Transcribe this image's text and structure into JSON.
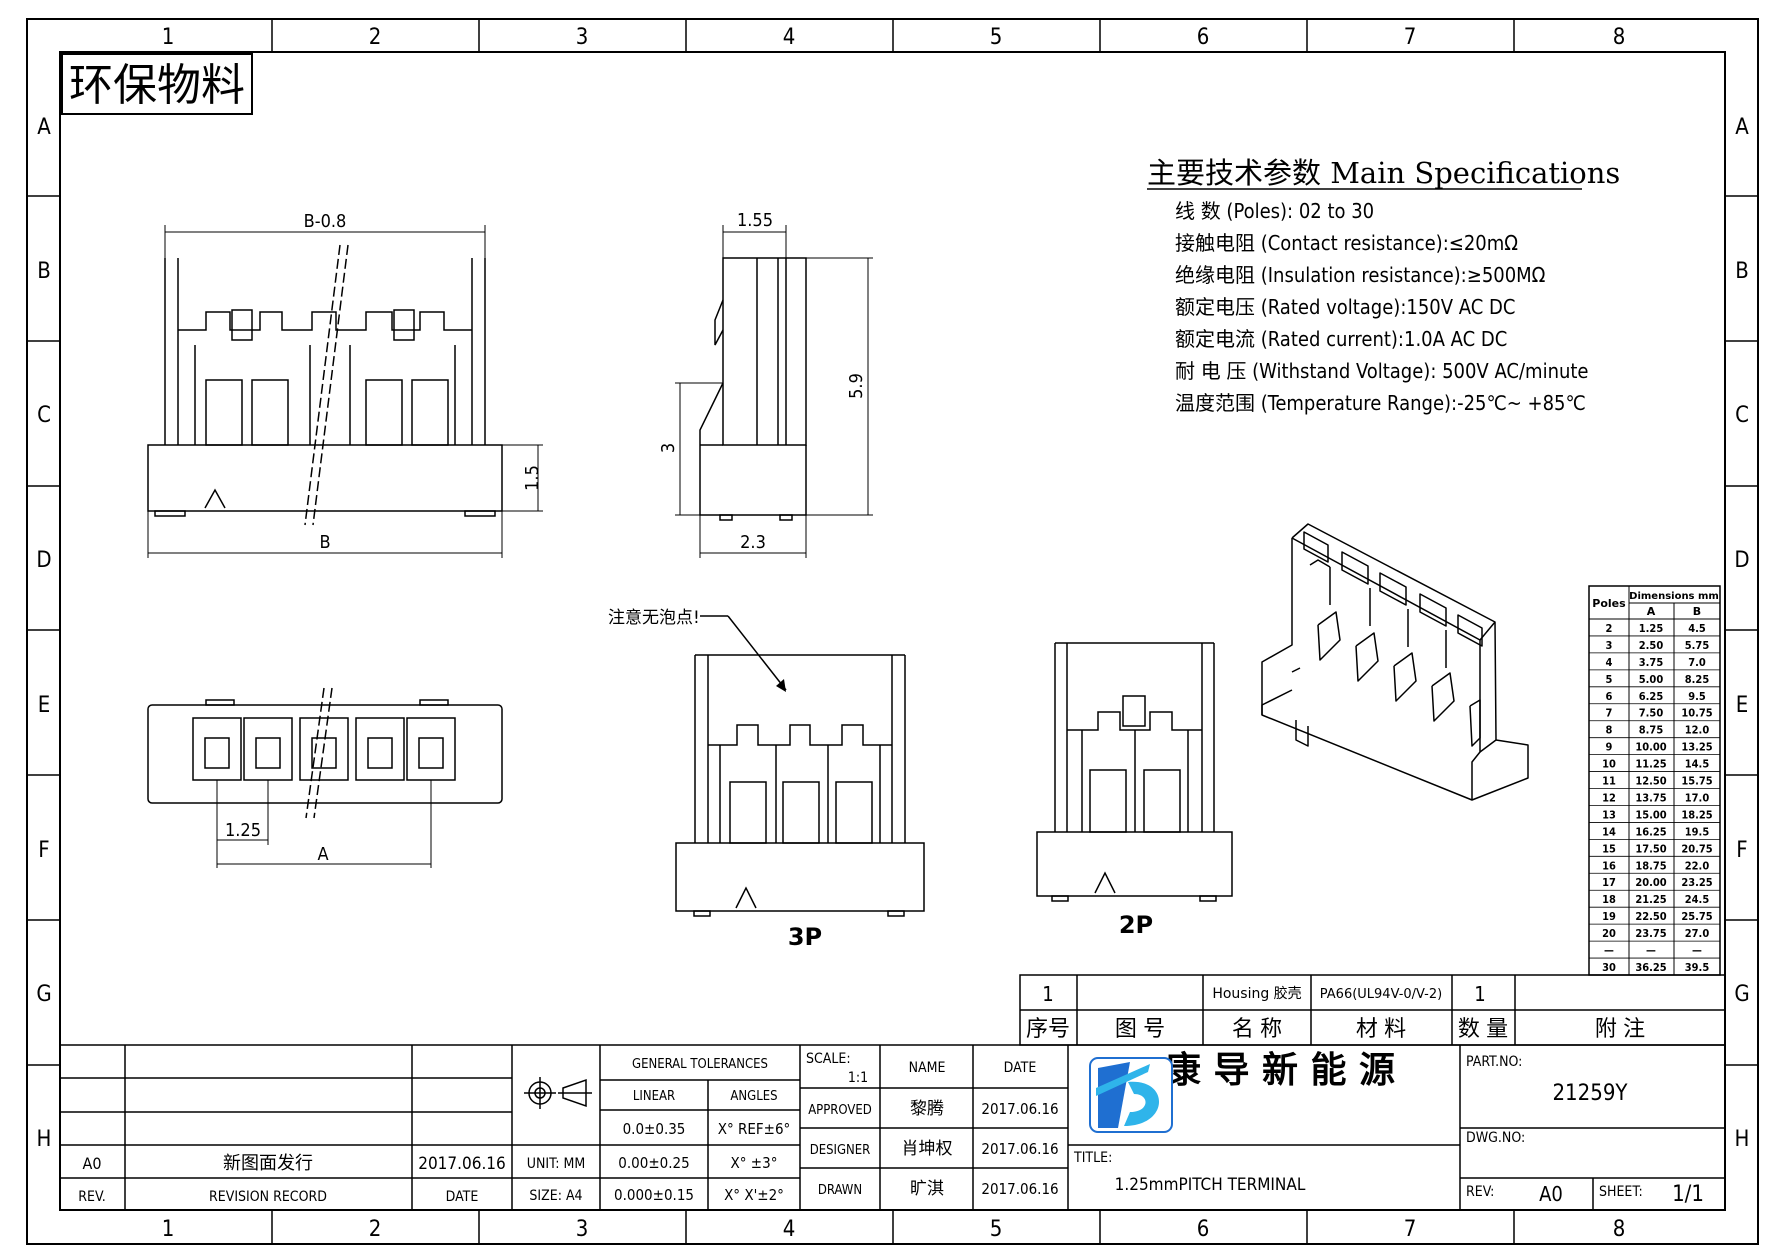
{
  "sheet": {
    "top_columns": [
      "1",
      "2",
      "3",
      "4",
      "5",
      "6",
      "7",
      "8"
    ],
    "side_rows": [
      "A",
      "B",
      "C",
      "D",
      "E",
      "F",
      "G",
      "H"
    ],
    "stamp": "环保物料"
  },
  "views": {
    "front_top_dim": "B-0.8",
    "front_bottom_dim": "B",
    "front_height_dim": "1.5",
    "side_top_dim": "1.55",
    "side_height_dim": "5.9",
    "side_mid_dim": "3",
    "side_bottom_dim": "2.3",
    "bottom_pitch_dim": "1.25",
    "bottom_a_dim": "A",
    "note": "注意无泡点!",
    "label_3p": "3P",
    "label_2p": "2P"
  },
  "specs": {
    "title": "主要技术参数 Main Specifications",
    "lines": [
      "线    数 (Poles): 02 to 30",
      "接触电阻 (Contact resistance):≤20mΩ",
      "绝缘电阻 (Insulation resistance):≥500MΩ",
      "额定电压 (Rated voltage):150V AC DC",
      "额定电流 (Rated current):1.0A AC DC",
      "耐 电 压 (Withstand Voltage): 500V AC/minute",
      "温度范围 (Temperature Range):-25℃~ +85℃"
    ]
  },
  "dim_table": {
    "head_poles": "Poles",
    "head_group": "Dimensions mm",
    "head_a": "A",
    "head_b": "B",
    "rows": [
      [
        "2",
        "1.25",
        "4.5"
      ],
      [
        "3",
        "2.50",
        "5.75"
      ],
      [
        "4",
        "3.75",
        "7.0"
      ],
      [
        "5",
        "5.00",
        "8.25"
      ],
      [
        "6",
        "6.25",
        "9.5"
      ],
      [
        "7",
        "7.50",
        "10.75"
      ],
      [
        "8",
        "8.75",
        "12.0"
      ],
      [
        "9",
        "10.00",
        "13.25"
      ],
      [
        "10",
        "11.25",
        "14.5"
      ],
      [
        "11",
        "12.50",
        "15.75"
      ],
      [
        "12",
        "13.75",
        "17.0"
      ],
      [
        "13",
        "15.00",
        "18.25"
      ],
      [
        "14",
        "16.25",
        "19.5"
      ],
      [
        "15",
        "17.50",
        "20.75"
      ],
      [
        "16",
        "18.75",
        "22.0"
      ],
      [
        "17",
        "20.00",
        "23.25"
      ],
      [
        "18",
        "21.25",
        "24.5"
      ],
      [
        "19",
        "22.50",
        "25.75"
      ],
      [
        "20",
        "23.75",
        "27.0"
      ],
      [
        "—",
        "—",
        "—"
      ],
      [
        "30",
        "36.25",
        "39.5"
      ]
    ]
  },
  "bom": {
    "row_no": "1",
    "row_name": "Housing 胶壳",
    "row_material": "PA66(UL94V-0/V-2)",
    "row_qty": "1",
    "head_no": "序号",
    "head_drawing": "图    号",
    "head_name": "名 称",
    "head_material": "材   料",
    "head_qty": "数 量",
    "head_note": "附   注"
  },
  "title_block": {
    "rev_a0": "A0",
    "rev_desc": "新图面发行",
    "rev_date": "2017.06.16",
    "rev_label": "REV.",
    "revision_record": "REVISION RECORD",
    "date_label": "DATE",
    "unit": "UNIT: MM",
    "size": "SIZE: A4",
    "general_tolerances": "GENERAL TOLERANCES",
    "linear": "LINEAR",
    "angles": "ANGLES",
    "tol_1": "0.0±0.35",
    "tol_2": "0.00±0.25",
    "tol_3": "0.000±0.15",
    "ang_1": "X° REF±6°",
    "ang_2": "X° ±3°",
    "ang_3": "X° X'±2°",
    "scale_label": "SCALE:",
    "scale_value": "1:1",
    "name_head": "NAME",
    "date_head": "DATE",
    "approved": "APPROVED",
    "approved_name": "黎腾",
    "approved_date": "2017.06.16",
    "designer": "DESIGNER",
    "designer_name": "肖坤权",
    "designer_date": "2017.06.16",
    "drawn": "DRAWN",
    "drawn_name": "旷淇",
    "drawn_date": "2017.06.16",
    "company": "康 导 新 能 源",
    "title_label": "TITLE:",
    "title_value": "1.25mmPITCH TERMINAL",
    "part_no_label": "PART.NO:",
    "part_no": "21259Y",
    "dwg_no_label": "DWG.NO:",
    "rev_label2": "REV:",
    "rev_value": "A0",
    "sheet_label": "SHEET:",
    "sheet_value": "1/1"
  },
  "colors": {
    "line": "#000000",
    "logo_blue": "#1f6fd1",
    "logo_cyan": "#2fb4ea"
  }
}
